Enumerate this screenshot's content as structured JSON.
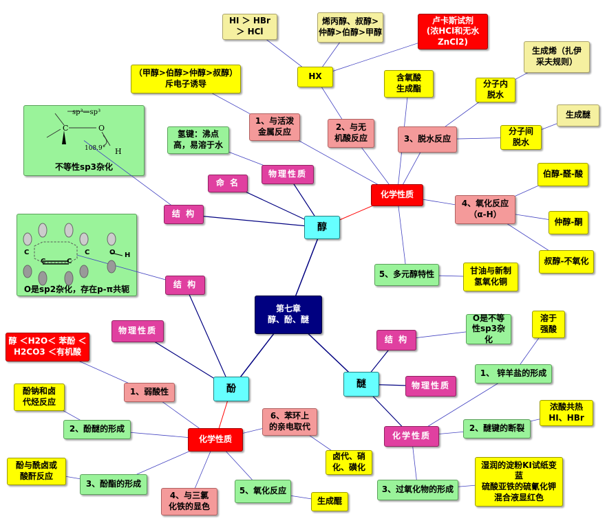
{
  "center": "第七章\n醇、酚、醚",
  "alcohol": {
    "title": "醇",
    "naming": "命 名",
    "physical": "物理性质",
    "physical_note": "氢键：沸点\n高，易溶于水",
    "structure": "结 构",
    "structure_caption": "不等性sp3杂化",
    "struct_labels": {
      "sp": "sp³—sp³",
      "c": "C",
      "o": "O",
      "angle": "108.9°",
      "h": "H"
    },
    "chemical": "化学性质",
    "r1": "1、与活泼\n金属反应",
    "r1_note": "（甲醇>伯醇>仲醇>叔醇）\n斥电子诱导",
    "r2": "2、与无\n机酸反应",
    "hx": "HX",
    "hx_note1": "HI ＞ HBr\n＞ HCl",
    "hx_note2": "烯丙醇、叔醇>\n仲醇>伯醇>甲醇",
    "lucas": "卢卡斯试剂\n(浓HCl和无水\nZnCl2)",
    "oxyacid": "含氧酸\n生成酯",
    "r3": "3、脱水反应",
    "intra": "分子内\n脱水",
    "intra_note": "生成烯（扎伊\n采夫规则）",
    "inter": "分子间\n脱水",
    "inter_note": "生成醚",
    "r4": "4、氧化反应\n（α-H）",
    "ox1": "伯醇-醛-酸",
    "ox2": "仲醇-酮",
    "ox3": "叔醇-不氧化",
    "r5": "5、多元醇特性",
    "r5_note": "甘油与新制\n氢氧化铜"
  },
  "phenol": {
    "title": "酚",
    "structure": "结 构",
    "structure_caption": "O是sp2杂化，存在p-π共轭",
    "struct_labels": {
      "c": "C",
      "o": "O",
      "h": "H"
    },
    "physical": "物理性质",
    "chemical": "化学性质",
    "acid": "1、弱酸性",
    "acid_note": "醇 ＜H2O＜ 苯酚 ＜\nH2CO3 ＜有机酸",
    "ether": "2、酚醚的形成",
    "ether_note": "酚钠和卤\n代烃反应",
    "ester": "3、酚酯的形成",
    "ester_note": "酚与酰卤或\n酸酐反应",
    "fecl3": "4、与三氯\n化铁的显色",
    "oxid": "5、氧化反应",
    "oxid_note": "生成醌",
    "subst": "6、苯环上\n的亲电取代",
    "subst_note": "卤代、硝\n化、磺化"
  },
  "ether": {
    "title": "醚",
    "structure": "结 构",
    "structure_note": "O是不等\n性sp3杂\n化",
    "physical": "物理性质",
    "chemical": "化学性质",
    "onium": "1、 锌羊盐的形成",
    "onium_note": "溶于\n强酸",
    "cleave": "2、醚键的断裂",
    "cleave_note": "浓酸共热\nHI、HBr",
    "peroxide": "3、过氧化物的形成",
    "peroxide_note": "湿润的淀粉KI试纸变\n蓝\n硫酸亚铁的硫氰化钾\n混合液显红色"
  },
  "colors": {
    "line_blue": "#4040c0",
    "line_navy": "#000080",
    "line_red": "#ff0000"
  }
}
